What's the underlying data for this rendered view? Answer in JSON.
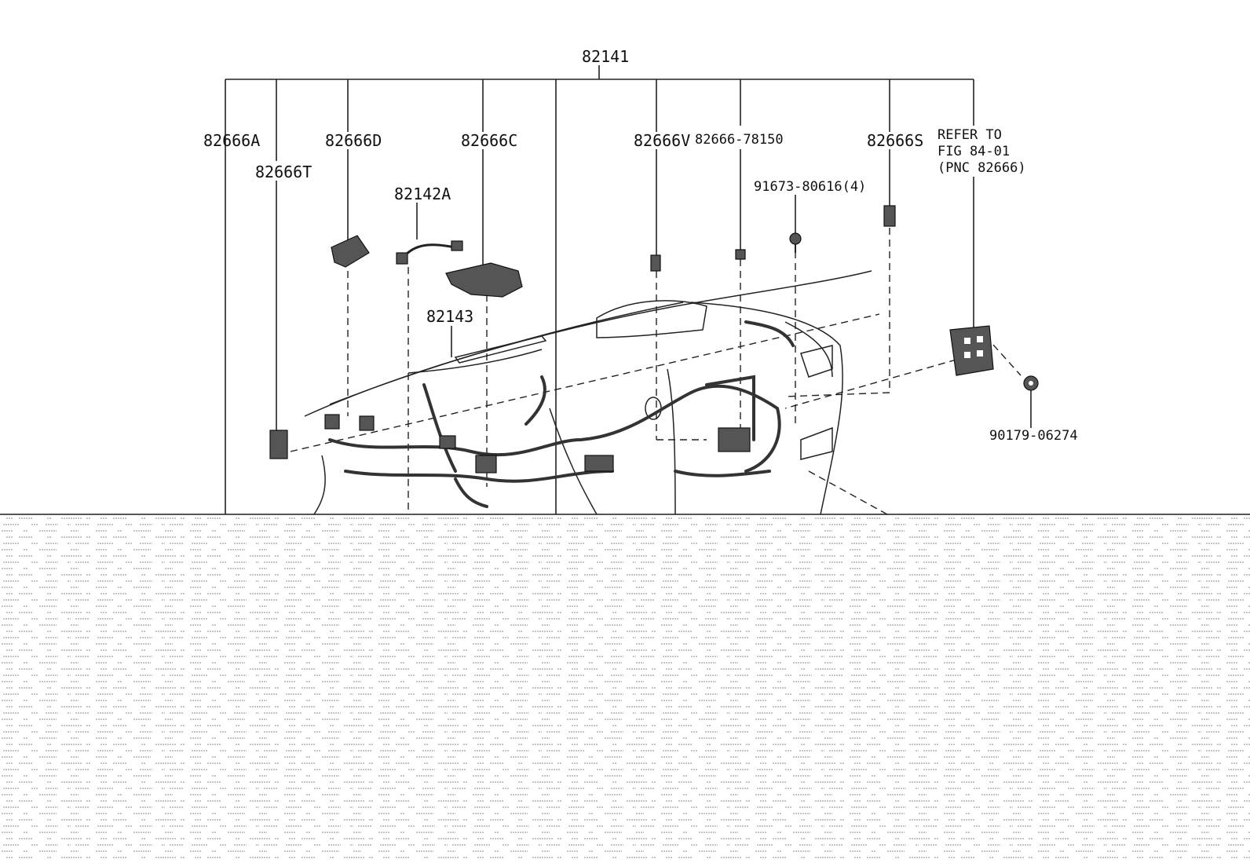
{
  "labels": {
    "assembly": "82141",
    "p82666A": "82666A",
    "p82666T": "82666T",
    "p82666D": "82666D",
    "p82142A": "82142A",
    "p82666C": "82666C",
    "p82143": "82143",
    "p82666V": "82666V",
    "p82666_78150": "82666-78150",
    "p91673": "91673-80616(4)",
    "p82666S": "82666S",
    "refer_line1": "REFER TO",
    "refer_line2": "FIG 84-01",
    "refer_line3": "(PNC 82666)",
    "p90179": "90179-06274"
  },
  "colors": {
    "line": "#222222",
    "part_fill": "#555555",
    "background": "#ffffff"
  }
}
